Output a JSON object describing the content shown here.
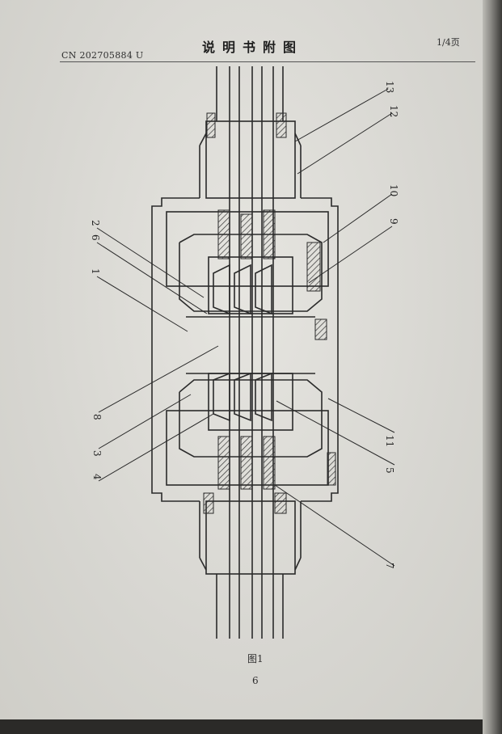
{
  "header": {
    "patent_number": "CN 202705884 U",
    "title": "说明书附图",
    "page": "1/4页"
  },
  "figure": {
    "caption": "图1",
    "labels": [
      "13",
      "12",
      "10",
      "9",
      "2",
      "6",
      "1",
      "8",
      "3",
      "4",
      "11",
      "5",
      "7"
    ]
  },
  "footer": {
    "page_number": "6"
  }
}
